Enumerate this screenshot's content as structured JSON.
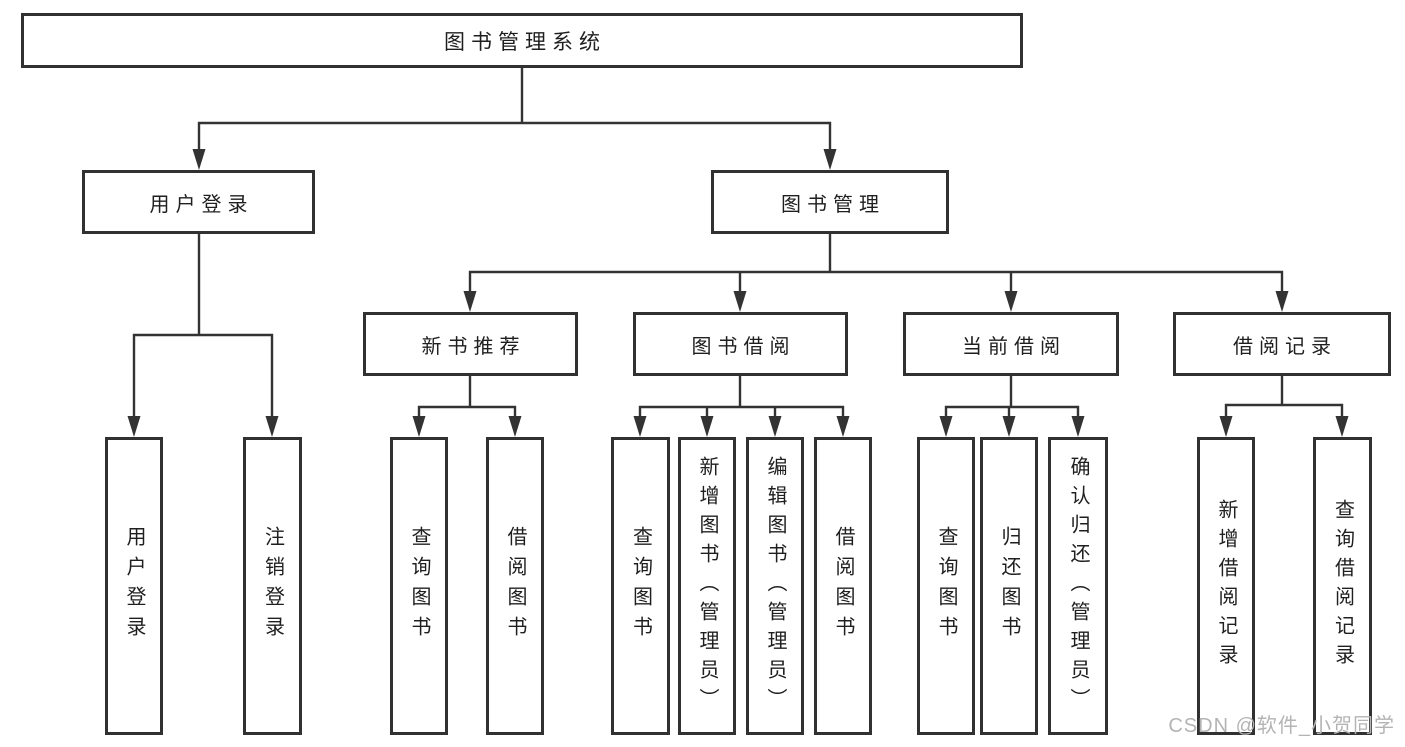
{
  "tree": {
    "root": {
      "label": "图书管理系统"
    },
    "branches": [
      {
        "label": "用户登录",
        "children": [
          {
            "label": "用户登录"
          },
          {
            "label": "注销登录"
          }
        ]
      },
      {
        "label": "图书管理",
        "children": [
          {
            "label": "新书推荐",
            "children": [
              {
                "label": "查询图书"
              },
              {
                "label": "借阅图书"
              }
            ]
          },
          {
            "label": "图书借阅",
            "children": [
              {
                "label": "查询图书"
              },
              {
                "label": "新增图书（管理员）"
              },
              {
                "label": "编辑图书（管理员）"
              },
              {
                "label": "借阅图书"
              }
            ]
          },
          {
            "label": "当前借阅",
            "children": [
              {
                "label": "查询图书"
              },
              {
                "label": "归还图书"
              },
              {
                "label": "确认归还（管理员）"
              }
            ]
          },
          {
            "label": "借阅记录",
            "children": [
              {
                "label": "新增借阅记录"
              },
              {
                "label": "查询借阅记录"
              }
            ]
          }
        ]
      }
    ]
  },
  "watermark": {
    "text": "CSDN @软件_小贺同学"
  },
  "colors": {
    "box_border": "#313131",
    "connector": "#333333",
    "text": "#1f1f1f",
    "watermark": "#b4b4b4",
    "background": "#ffffff"
  }
}
